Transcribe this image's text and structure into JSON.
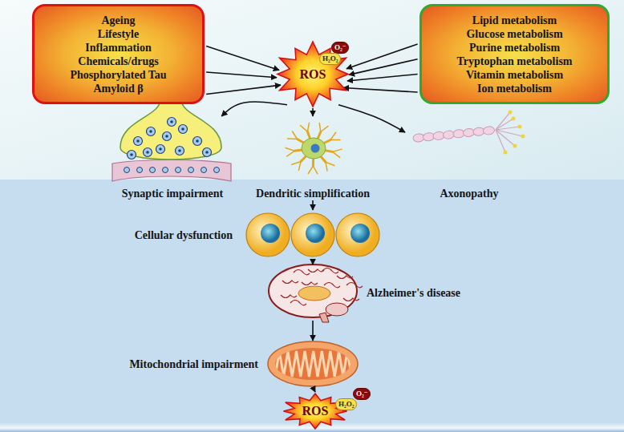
{
  "diagram": {
    "nodes": [
      {
        "text": [
          "Ageing",
          "Lifestyle",
          "Inflammation",
          "Chemicals/drugs",
          "Phosphorylated Tau",
          "Amyloid β"
        ]
      },
      {
        "text": [
          "ROS"
        ]
      },
      {
        "text": [
          "Lipid metabolism",
          "Glucose metabolism",
          "Purine metabolism",
          "Tryptophan metabolism",
          "Vitamin metabolism",
          "Ion metabolism"
        ]
      },
      {
        "text": [
          "Synaptic impairment"
        ]
      },
      {
        "text": [
          "Dendritic simplification"
        ]
      },
      {
        "text": [
          "Axonopathy"
        ]
      },
      {
        "text": [
          "Cellular dysfunction"
        ]
      },
      {
        "text": [
          "Alzheimer's disease"
        ]
      },
      {
        "text": [
          "Mitochondrial impairment"
        ]
      },
      {
        "text": [
          "ROS"
        ]
      }
    ],
    "edges": [
      {
        "from": 0,
        "to": 1,
        "arrow": "to"
      },
      {
        "from": 0,
        "to": 1,
        "arrow": "to"
      },
      {
        "from": 0,
        "to": 1,
        "arrow": "to"
      },
      {
        "from": 2,
        "to": 1,
        "arrow": "to"
      },
      {
        "from": 2,
        "to": 1,
        "arrow": "to"
      },
      {
        "from": 2,
        "to": 1,
        "arrow": "to"
      },
      {
        "from": 2,
        "to": 1,
        "arrow": "to"
      },
      {
        "from": 1,
        "to": 3,
        "arrow": "to"
      },
      {
        "from": 1,
        "to": 4,
        "arrow": "to"
      },
      {
        "from": 1,
        "to": 5,
        "arrow": "to"
      },
      {
        "from": 4,
        "to": 6,
        "arrow": "to"
      },
      {
        "from": 6,
        "to": 7,
        "arrow": "to"
      },
      {
        "from": 7,
        "to": 8,
        "arrow": "to"
      },
      {
        "from": 8,
        "to": 9,
        "arrow": "to"
      }
    ],
    "labels": [
      "O₂⁻",
      "H₂O₂",
      "O₂⁻",
      "H₂O₂"
    ]
  }
}
